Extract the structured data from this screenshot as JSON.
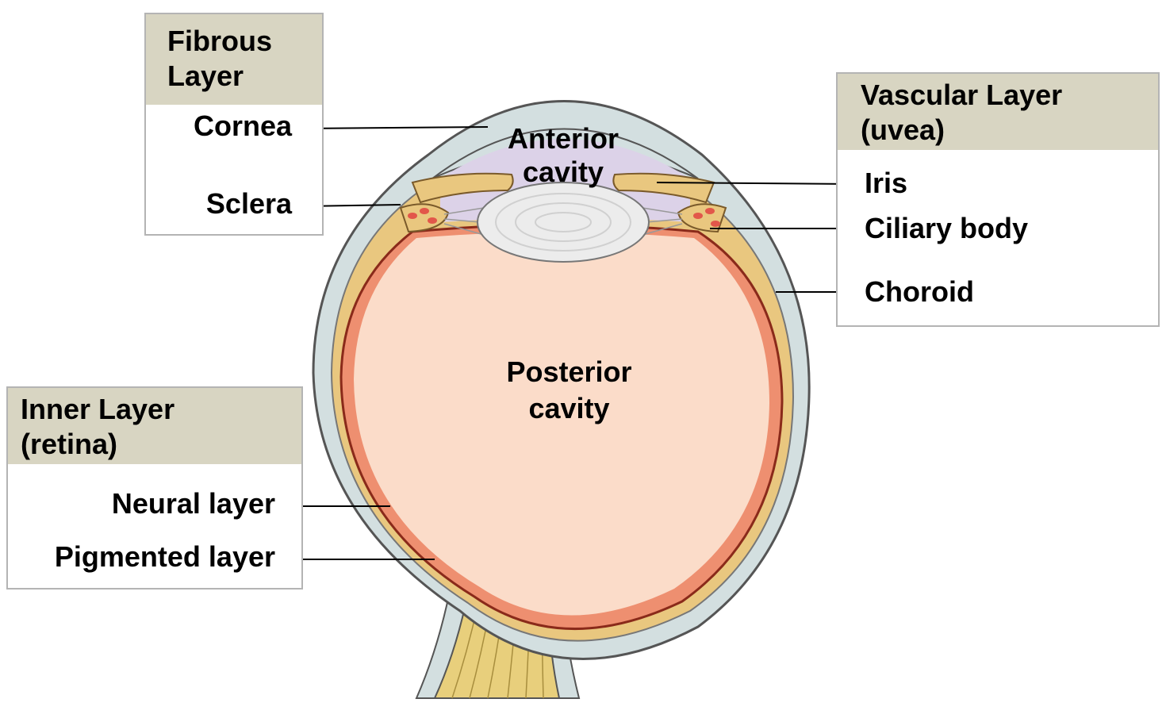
{
  "fibrous": {
    "title": "Fibrous Layer",
    "items": [
      "Cornea",
      "Sclera"
    ]
  },
  "vascular": {
    "title_line1": "Vascular Layer",
    "title_line2": "(uvea)",
    "items": [
      "Iris",
      "Ciliary body",
      "Choroid"
    ]
  },
  "inner": {
    "title_line1": "Inner Layer",
    "title_line2": "(retina)",
    "items": [
      "Neural layer",
      "Pigmented layer"
    ]
  },
  "cavities": {
    "anterior_line1": "Anterior",
    "anterior_line2": "cavity",
    "posterior_line1": "Posterior",
    "posterior_line2": "cavity"
  },
  "colors": {
    "header_fill": "#d8d5c2",
    "box_border": "#b4b4b4",
    "sclera": "#d3dfe0",
    "choroid": "#e9c77f",
    "retina": "#ee8f70",
    "vitreous": "#fbdcc9",
    "aqueous": "#dcd2e8",
    "lens": "#ececec"
  }
}
